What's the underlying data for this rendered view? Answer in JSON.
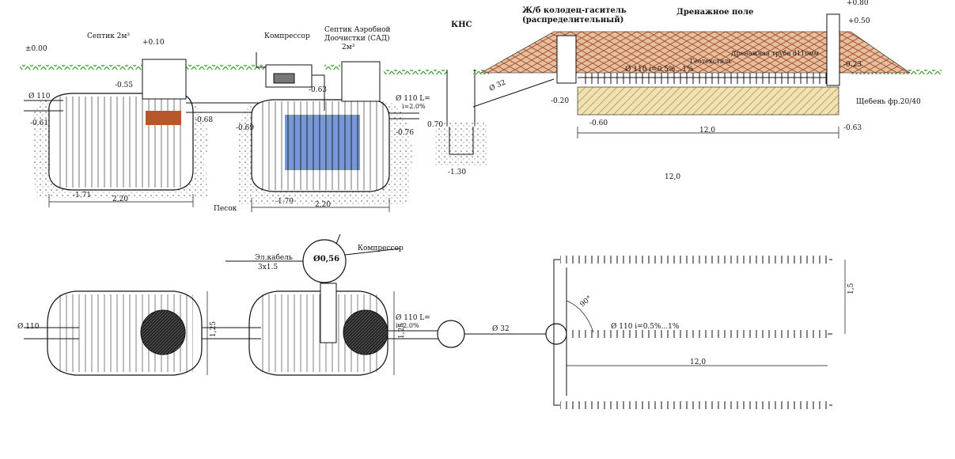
{
  "colors": {
    "grass": "#3a9a2e",
    "soil": "#d6a07a",
    "gravel": "#e6d59a",
    "filter": "#b5562c",
    "blue": "#4a74c9"
  },
  "labels": {
    "septic2": "Септик 2м³",
    "compressor_top": "Компрессор",
    "sad_l1": "Септик Аэробной",
    "sad_l2": "Доочистки (САД)",
    "sad_l3": "2м³",
    "kns": "КНС",
    "well_l1": "Ж/б колодец-гаситель",
    "well_l2": "(распределительный)",
    "drain_field": "Дренажное поле",
    "geotextile": "Геотекстиль",
    "drain_pipe": "Дренажная труба d110мм",
    "gravel": "Щебень фр.20/40",
    "sand": "Песок",
    "pipe_slope": "Ø 110 i=0.5%...1%",
    "pipe_slope2": "Ø 110 i=0.5%...1%",
    "slope_2": "i=2.0%",
    "slope_2b": "i=2.0%",
    "pipe_l": "Ø 110 L=",
    "pipe_l2": "Ø 110 L=",
    "d110_a": "Ø 110",
    "d110_b": "Ø 110",
    "d32_a": "Ø 32",
    "d32_b": "Ø 32",
    "cable_l1": "Эл.кабель",
    "cable_l2": "3х1.5",
    "d056": "Ø0,56",
    "compressor_bottom": "Компрессор",
    "angle": "90°"
  },
  "levels": {
    "l000": "±0.00",
    "l010": "+0.10",
    "l055": "-0.55",
    "l061": "-0.61",
    "l068": "-0.68",
    "l063": "-0.63",
    "l069": "-0.69",
    "l076": "-0.76",
    "l070": "0.70",
    "l130": "-1.30",
    "l171": "-1.71",
    "l179": "-1.79",
    "l020": "-0.20",
    "l060": "-0.60",
    "l023": "-0.23",
    "l063b": "-0.63",
    "l080": "+0.80",
    "l050": "+0.50"
  },
  "dims": {
    "w220a": "2,20",
    "w220b": "2,20",
    "w120a": "12,0",
    "w120b": "12,0",
    "w120c": "12,0",
    "h125a": "1,25",
    "h125b": "1,25",
    "h15": "1,5"
  }
}
